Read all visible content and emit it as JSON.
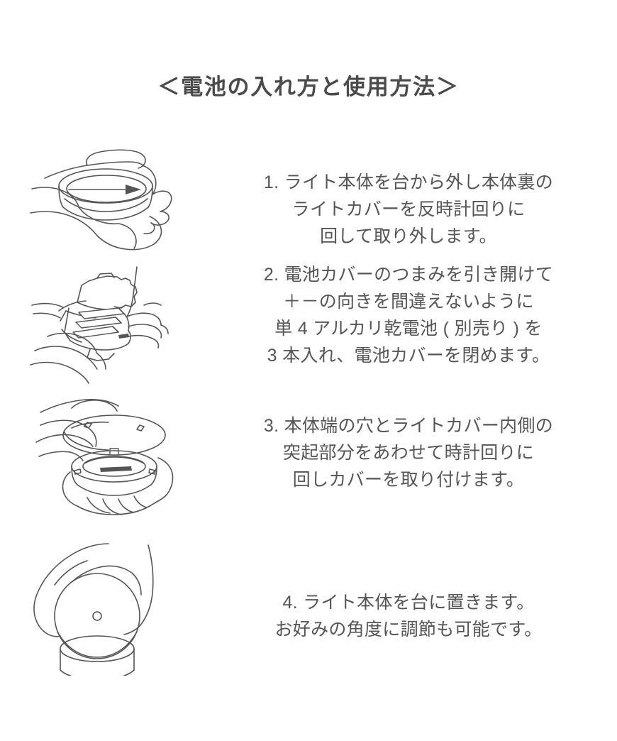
{
  "document": {
    "title": "＜電池の入れ方と使用方法＞",
    "background_color": "#ffffff",
    "text_color": "#555555",
    "title_color": "#4a4a4a"
  },
  "steps": [
    {
      "number": "1.",
      "figure": "hands-twisting-light-cover-counterclockwise",
      "lines": [
        "1. ライト本体を台から外し本体裏の",
        "ライトカバーを反時計回りに",
        "回して取り外します。"
      ]
    },
    {
      "number": "2.",
      "figure": "hands-opening-battery-cover-three-aaa-batteries",
      "lines": [
        "2. 電池カバーのつまみを引き開けて",
        "＋－の向きを間違えないように",
        "単 4 アルカリ乾電池 ( 別売り ) を",
        "3 本入れ、電池カバーを閉めます。"
      ]
    },
    {
      "number": "3.",
      "figure": "hands-aligning-cover-tabs-with-body-holes",
      "lines": [
        "3. 本体端の穴とライトカバー内側の",
        "突起部分をあわせて時計回りに",
        "回しカバーを取り付けます。"
      ]
    },
    {
      "number": "4.",
      "figure": "hand-placing-light-on-base-stand",
      "lines": [
        "4. ライト本体を台に置きます。",
        "お好みの角度に調節も可能です。"
      ]
    }
  ]
}
